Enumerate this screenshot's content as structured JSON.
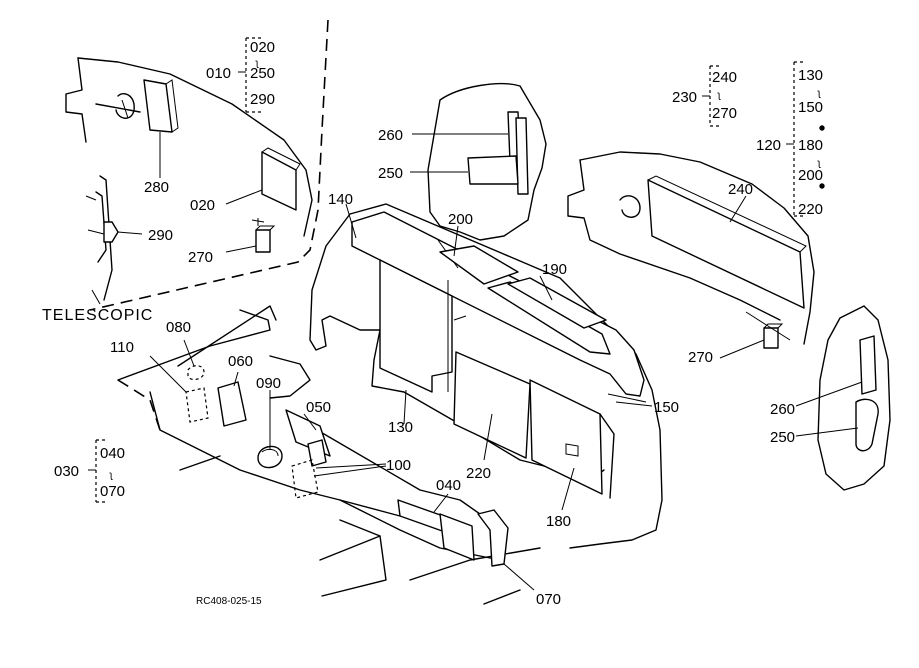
{
  "callouts": {
    "c010": "010",
    "c020_top": "020",
    "c250_top": "250",
    "c290_top": "290",
    "c280": "280",
    "c020": "020",
    "c290": "290",
    "c270_left": "270",
    "telescopic": "TELESCOPIC",
    "c260_mid": "260",
    "c250_mid": "250",
    "c200": "200",
    "c140": "140",
    "c190": "190",
    "c230": "230",
    "c240_top": "240",
    "c270_top": "270",
    "c130_top": "130",
    "c150_top": "150",
    "c120": "120",
    "c180_top": "180",
    "c200_top": "200",
    "c220_top": "220",
    "c240": "240",
    "c270_right": "270",
    "c260_right": "260",
    "c250_right": "250",
    "c080": "080",
    "c110": "110",
    "c060": "060",
    "c090": "090",
    "c050": "050",
    "c130": "130",
    "c220": "220",
    "c150": "150",
    "c100": "100",
    "c040": "040",
    "c180": "180",
    "c030": "030",
    "c040_bracket": "040",
    "c070_bracket": "070",
    "c070": "070",
    "drawing_code": "RC408-025-15"
  }
}
